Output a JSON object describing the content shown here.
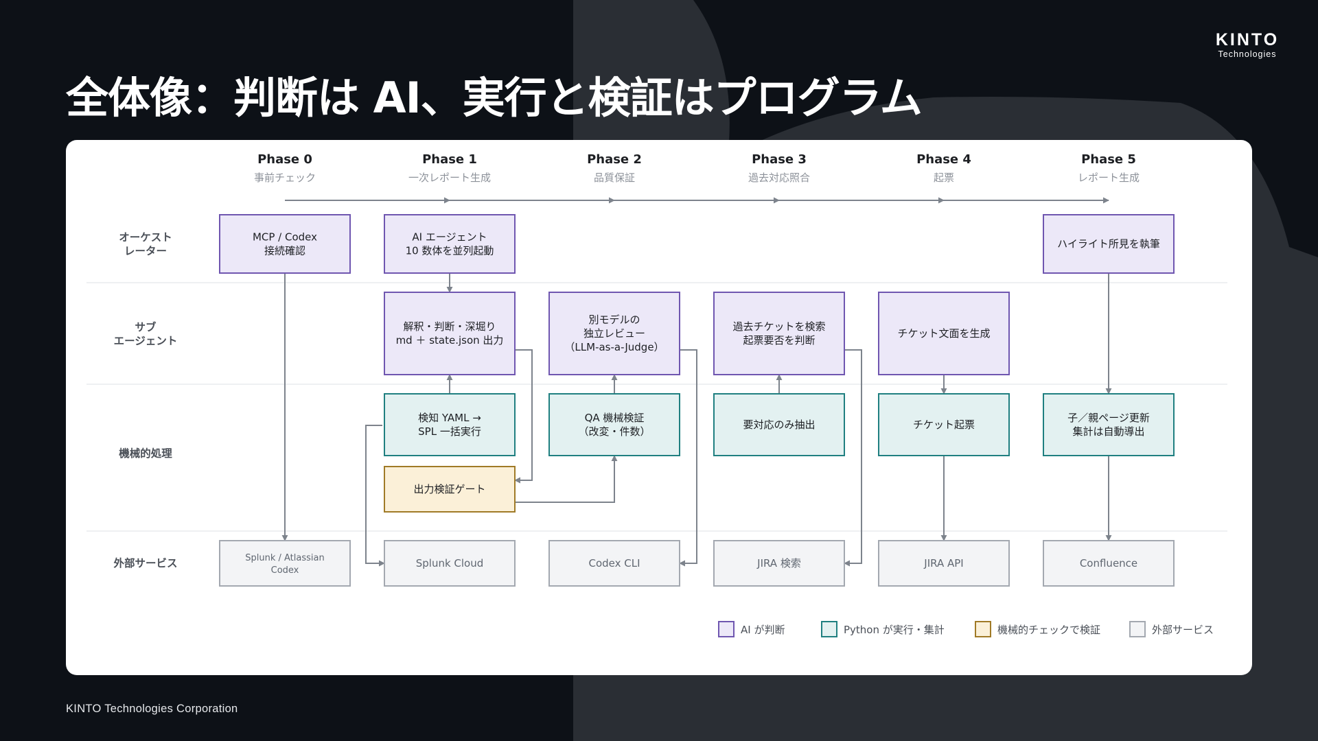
{
  "title": "全体像：判断は AI、実行と検証はプログラム",
  "logo": {
    "name": "KINTO",
    "sub": "Technologies"
  },
  "footer": "KINTO Technologies Corporation",
  "colors": {
    "background": "#0d1117",
    "ai_fill": "#ece8f8",
    "ai_stroke": "#6f56b0",
    "python_fill": "#e3f1f1",
    "python_stroke": "#1f7f80",
    "check_fill": "#fbf0d8",
    "check_stroke": "#a07a26",
    "external_fill": "#f3f4f6",
    "external_stroke": "#a3a8b0",
    "arrow": "#7d838c"
  },
  "phases": [
    {
      "title": "Phase 0",
      "subtitle": "事前チェック"
    },
    {
      "title": "Phase 1",
      "subtitle": "一次レポート生成"
    },
    {
      "title": "Phase 2",
      "subtitle": "品質保証"
    },
    {
      "title": "Phase 3",
      "subtitle": "過去対応照合"
    },
    {
      "title": "Phase 4",
      "subtitle": "起票"
    },
    {
      "title": "Phase 5",
      "subtitle": "レポート生成"
    }
  ],
  "rows": [
    {
      "id": "orchestrator",
      "lines": [
        "オーケスト",
        "レーター"
      ]
    },
    {
      "id": "subagent",
      "lines": [
        "サブ",
        "エージェント"
      ]
    },
    {
      "id": "mechanical",
      "lines": [
        "機械的処理"
      ]
    },
    {
      "id": "external",
      "lines": [
        "外部サービス"
      ]
    }
  ],
  "boxes": [
    {
      "id": "p0-mcp-check",
      "kind": "ai",
      "lines": [
        "MCP / Codex",
        "接続確認"
      ]
    },
    {
      "id": "p1-ai-agent",
      "kind": "ai",
      "lines": [
        "AI エージェント",
        "10 数体を並列起動"
      ]
    },
    {
      "id": "p5-highlight",
      "kind": "ai",
      "lines": [
        "ハイライト所見を執筆"
      ]
    },
    {
      "id": "p1-analysis",
      "kind": "ai",
      "lines": [
        "解釈・判断・深堀り",
        "md ＋ state.json 出力"
      ]
    },
    {
      "id": "p2-review",
      "kind": "ai",
      "lines": [
        "別モデルの",
        "独立レビュー",
        "（LLM-as-a-Judge）"
      ]
    },
    {
      "id": "p3-search",
      "kind": "ai",
      "lines": [
        "過去チケットを検索",
        "起票要否を判断"
      ]
    },
    {
      "id": "p4-ticket-text",
      "kind": "ai",
      "lines": [
        "チケット文面を生成"
      ]
    },
    {
      "id": "p1-spl-run",
      "kind": "python",
      "lines": [
        "検知 YAML →",
        "SPL 一括実行"
      ]
    },
    {
      "id": "p2-qa-check",
      "kind": "python",
      "lines": [
        "QA 機械検証",
        "（改変・件数）"
      ]
    },
    {
      "id": "p3-extract",
      "kind": "python",
      "lines": [
        "要対応のみ抽出"
      ]
    },
    {
      "id": "p4-ticket-create",
      "kind": "python",
      "lines": [
        "チケット起票"
      ]
    },
    {
      "id": "p5-page-update",
      "kind": "python",
      "lines": [
        "子／親ページ更新",
        "集計は自動導出"
      ]
    },
    {
      "id": "p1-output-gate",
      "kind": "check",
      "lines": [
        "出力検証ゲート"
      ]
    },
    {
      "id": "ext-splunk-atlassian",
      "kind": "external",
      "lines": [
        "Splunk / Atlassian",
        "Codex"
      ]
    },
    {
      "id": "ext-splunk-cloud",
      "kind": "external",
      "lines": [
        "Splunk Cloud"
      ]
    },
    {
      "id": "ext-codex-cli",
      "kind": "external",
      "lines": [
        "Codex CLI"
      ]
    },
    {
      "id": "ext-jira-search",
      "kind": "external",
      "lines": [
        "JIRA 検索"
      ]
    },
    {
      "id": "ext-jira-api",
      "kind": "external",
      "lines": [
        "JIRA API"
      ]
    },
    {
      "id": "ext-confluence",
      "kind": "external",
      "lines": [
        "Confluence"
      ]
    }
  ],
  "legend": [
    {
      "kind": "ai",
      "label": "AI が判断"
    },
    {
      "kind": "python",
      "label": "Python が実行・集計"
    },
    {
      "kind": "check",
      "label": "機械的チェックで検証"
    },
    {
      "kind": "external",
      "label": "外部サービス"
    }
  ]
}
